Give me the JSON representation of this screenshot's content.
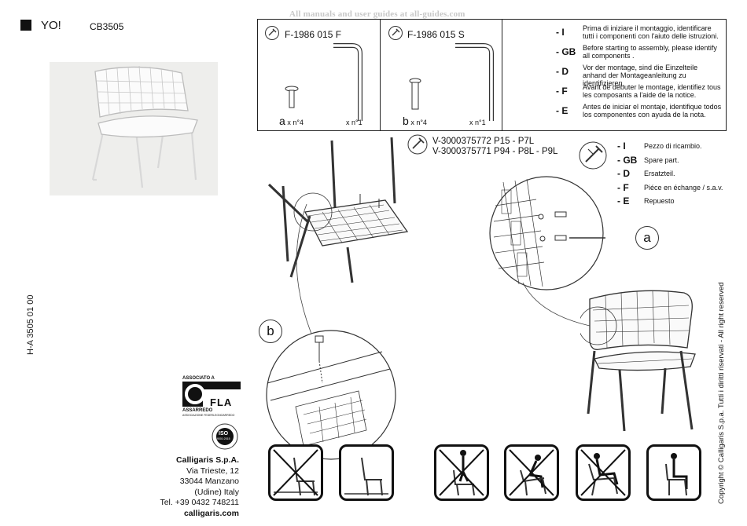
{
  "header": {
    "watermark": "All manuals and user guides at all-guides.com",
    "title": "YO!",
    "code": "CB3505"
  },
  "side": {
    "doc_number": "H-A 3505 01 00",
    "copyright": "Copyright © Calligaris S.p.a.   Tutti i diritti riservati - All right reserved"
  },
  "parts_box": {
    "part_f": {
      "code": "F-1986 015 F",
      "screw_letter": "a",
      "screw_qty": "x n°4",
      "leg_qty": "x n°1"
    },
    "part_s": {
      "code": "F-1986 015 S",
      "screw_letter": "b",
      "screw_qty": "x n°4",
      "leg_qty": "x n°1"
    },
    "instructions": [
      {
        "lang": "- I",
        "text": "Prima di iniziare il montaggio, identificare tutti i componenti con l'aiuto delle istruzioni."
      },
      {
        "lang": "- GB",
        "text": "Before starting to assembly, please identify all components ."
      },
      {
        "lang": "- D",
        "text": "Vor der montage, sind die Einzelteile anhand der Montageanleitung zu identifizieren."
      },
      {
        "lang": "- F",
        "text": "Avant de débuter le montage, identifiez tous les composants a l'aide de la notice."
      },
      {
        "lang": "- E",
        "text": "Antes de iniciar el montaje, identifique todos los componentes con ayuda de la nota."
      }
    ]
  },
  "spare": {
    "code_line1": "V-3000375772 P15 - P7L",
    "code_line2": "V-3000375771 P94 - P8L - P9L",
    "legend": [
      {
        "lang": "- I",
        "text": "Pezzo di ricambio."
      },
      {
        "lang": "- GB",
        "text": "Spare part."
      },
      {
        "lang": "- D",
        "text": "Ersatzteil."
      },
      {
        "lang": "- F",
        "text": "Piéce en échange / s.a.v."
      },
      {
        "lang": "- E",
        "text": "Repuesto"
      }
    ]
  },
  "callouts": {
    "a": "a",
    "b": "b"
  },
  "logos": {
    "fla_top": "ASSOCIATO A",
    "fla_name": "FLA",
    "fla_sub1": "ASSARREDO",
    "fla_sub2": "ASSOCIAZIONE FEDERLEGNOARREDO",
    "iso_text": "ISO",
    "iso_sub": "9001:2015"
  },
  "company": {
    "name": "Calligaris S.p.A.",
    "street": "Via Trieste, 12",
    "city": "33044 Manzano",
    "region": "(Udine) Italy",
    "phone": "Tel. +39 0432 748211",
    "web": "calligaris.com"
  }
}
